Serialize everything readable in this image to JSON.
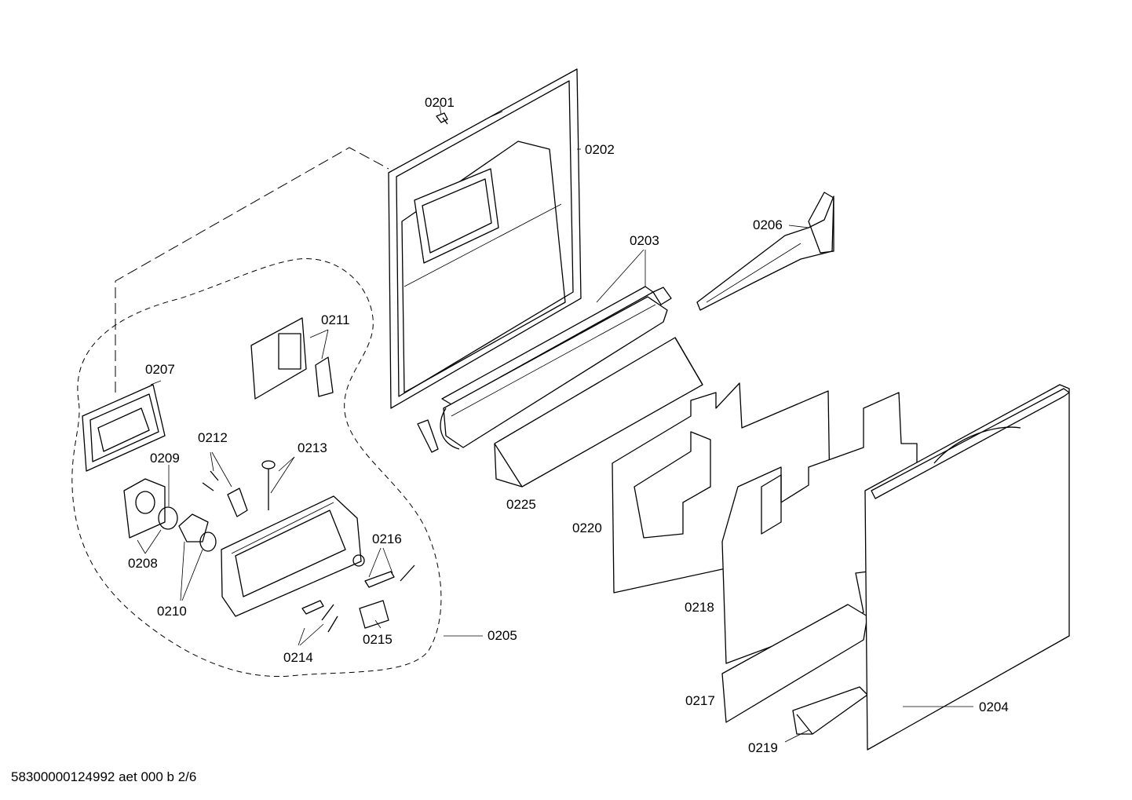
{
  "labels": {
    "p0201": "0201",
    "p0202": "0202",
    "p0203": "0203",
    "p0204": "0204",
    "p0205": "0205",
    "p0206": "0206",
    "p0207": "0207",
    "p0208": "0208",
    "p0209": "0209",
    "p0210": "0210",
    "p0211": "0211",
    "p0212": "0212",
    "p0213": "0213",
    "p0214": "0214",
    "p0215": "0215",
    "p0216": "0216",
    "p0217": "0217",
    "p0218": "0218",
    "p0219": "0219",
    "p0220": "0220",
    "p0225": "0225"
  },
  "footer": "58300000124992 aet 000 b 2/6"
}
